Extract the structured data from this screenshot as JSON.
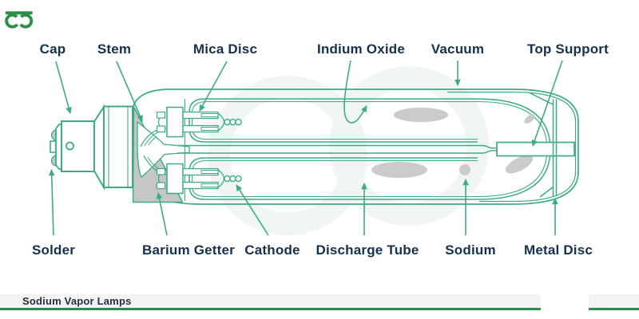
{
  "diagram": {
    "labels": {
      "cap": "Cap",
      "stem": "Stem",
      "mica_disc": "Mica Disc",
      "indium_oxide": "Indium Oxide",
      "vacuum": "Vacuum",
      "top_support": "Top Support",
      "solder": "Solder",
      "barium_getter": "Barium Getter",
      "cathode": "Cathode",
      "discharge_tube": "Discharge Tube",
      "sodium": "Sodium",
      "metal_disc": "Metal Disc"
    },
    "colors": {
      "outline_green": "#3CAC82",
      "label_navy": "#16314C",
      "getter_gray": "#C6C6C6",
      "deposit_gray": "#CBCBCB",
      "watermark_green": "#F0F6F2"
    }
  },
  "footer": {
    "title": "Sodium Vapor Lamps",
    "logo_icon": "geeksforgeeks-logo",
    "colors": {
      "bar_gray": "#F2F3F2",
      "line_green": "#2E8B50",
      "logo_green": "#2F8D46"
    }
  }
}
